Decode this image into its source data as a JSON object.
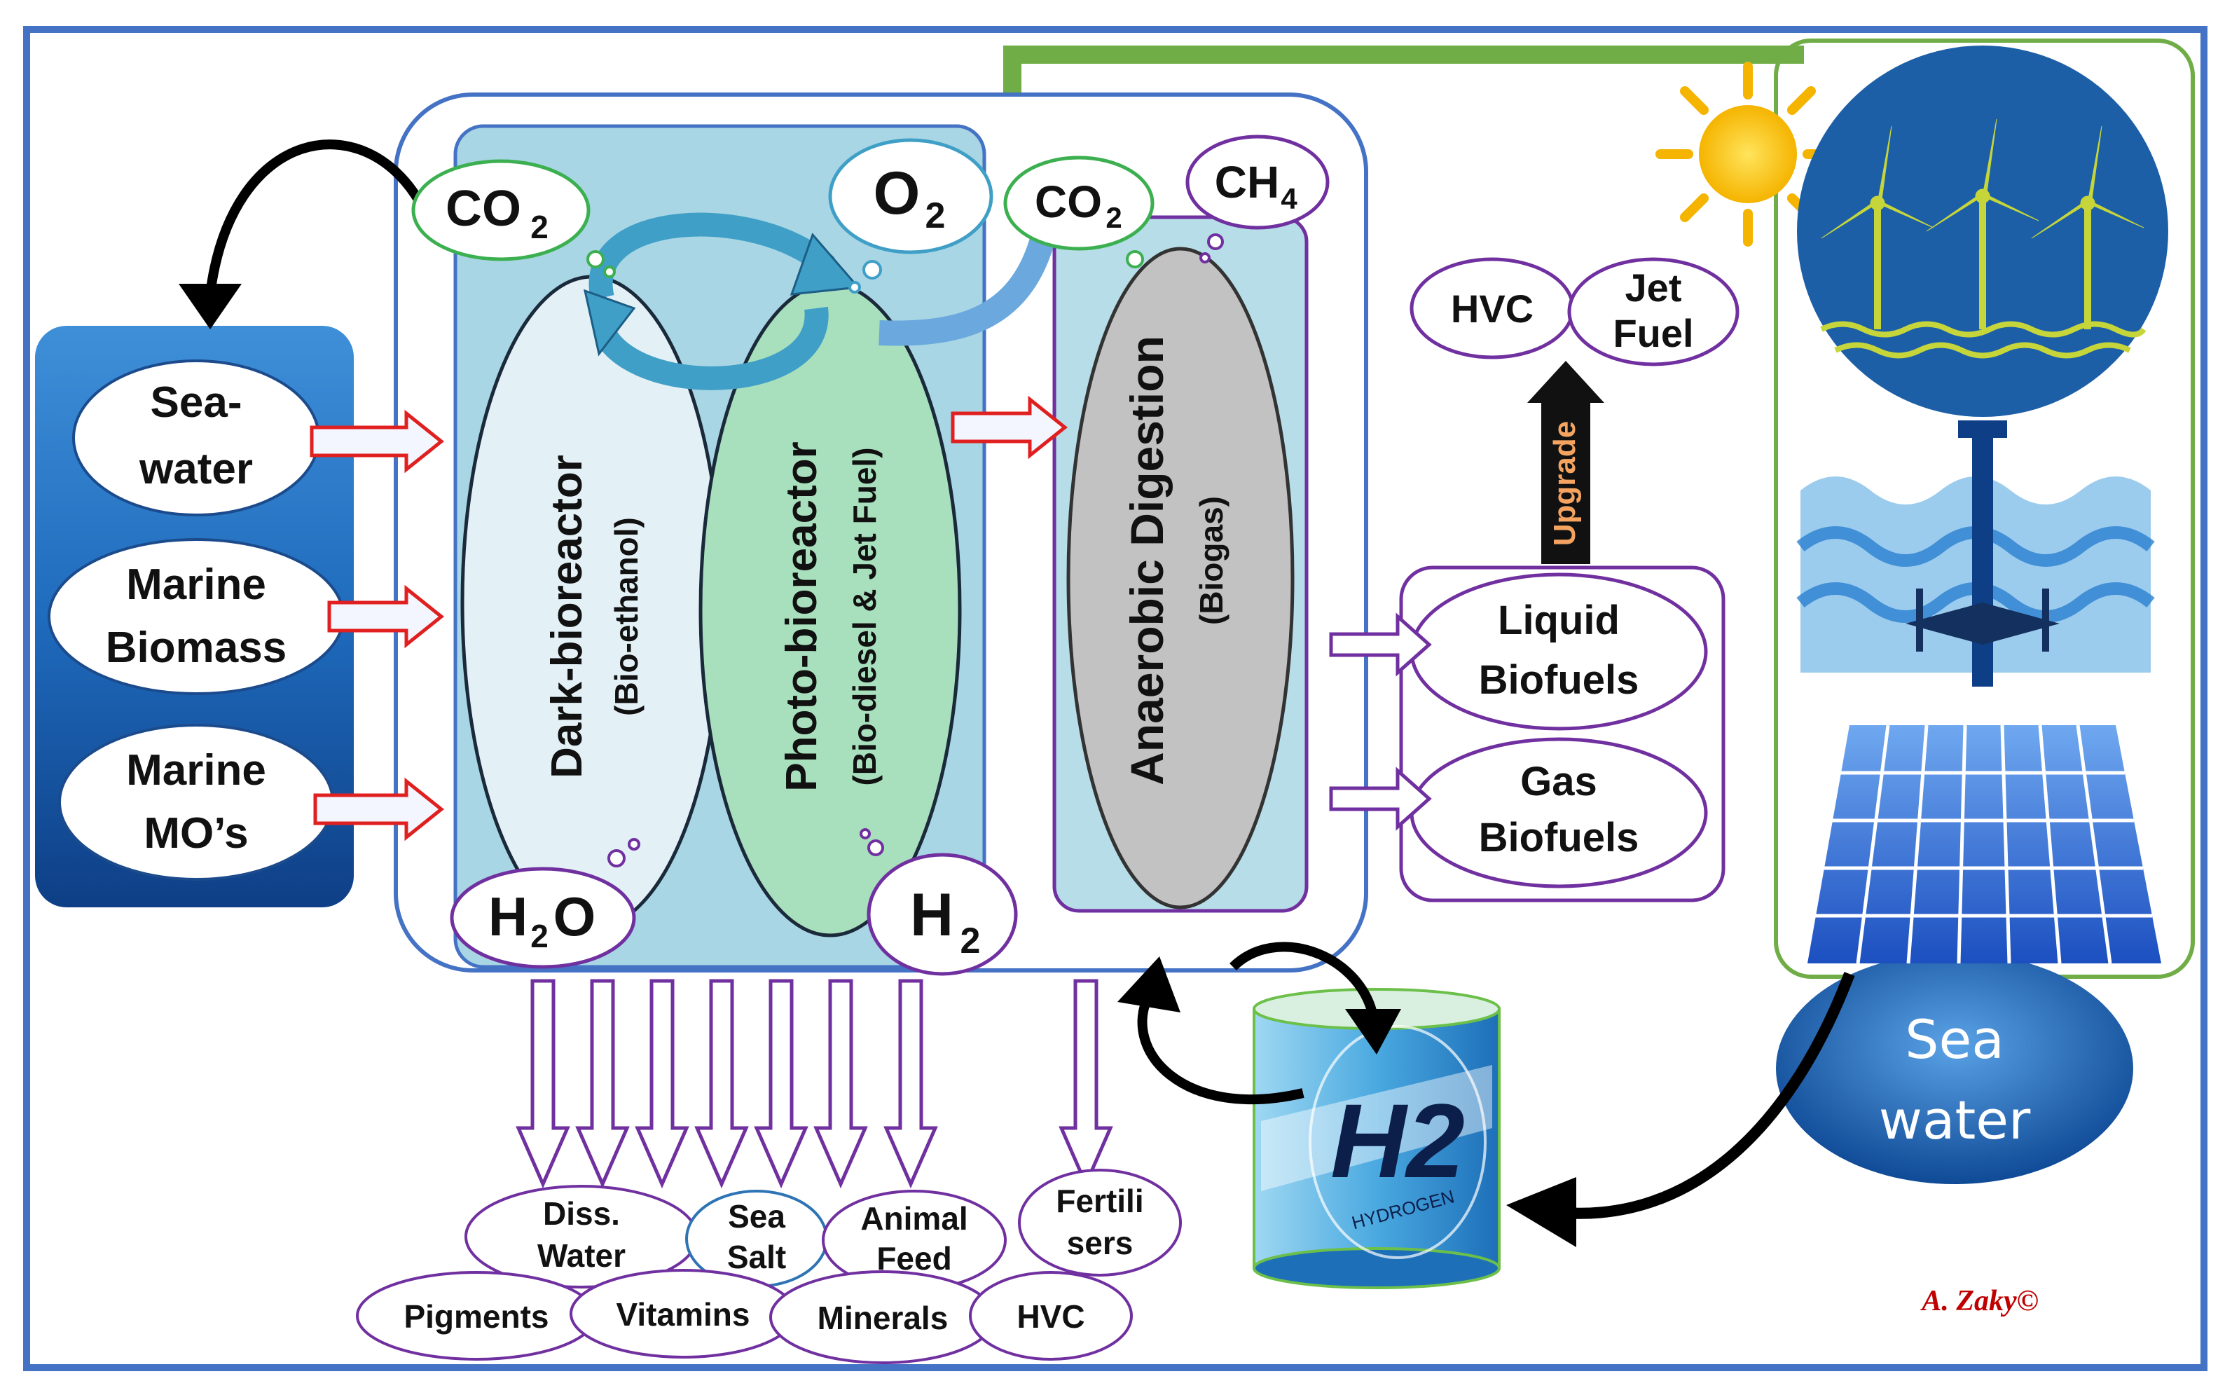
{
  "inputs": {
    "seawater": [
      "Sea-",
      "water"
    ],
    "marine_biomass": [
      "Marine",
      "Biomass"
    ],
    "marine_mos": [
      "Marine",
      "MO’s"
    ]
  },
  "bubbles": {
    "co2_left": "CO",
    "co2_right": "CO",
    "co2_sub": "2",
    "o2": "O",
    "o2_sub": "2",
    "ch4": "CH",
    "ch4_sub": "4",
    "h2o_a": "H",
    "h2o_sub": "2",
    "h2o_b": "O",
    "h2": "H",
    "h2_sub": "2"
  },
  "reactors": {
    "dark": {
      "title": "Dark-bioreactor",
      "sub": "(Bio-ethanol)"
    },
    "photo": {
      "title": "Photo-bioreactor",
      "sub": "(Bio-diesel & Jet Fuel)"
    },
    "anaerobic": {
      "title": "Anaerobic Digestion",
      "sub": "(Biogas)"
    }
  },
  "upgrade": {
    "label": "Upgrade",
    "hvc": "HVC",
    "jet_fuel": [
      "Jet",
      "Fuel"
    ]
  },
  "biofuels": {
    "liquid": [
      "Liquid",
      "Biofuels"
    ],
    "gas": [
      "Gas",
      "Biofuels"
    ]
  },
  "products": {
    "diss_water": [
      "Diss.",
      "Water"
    ],
    "sea_salt": [
      "Sea",
      "Salt"
    ],
    "animal_feed": [
      "Animal",
      "Feed"
    ],
    "fertilisers": [
      "Fertili",
      "sers"
    ],
    "pigments": "Pigments",
    "vitamins": "Vitamins",
    "minerals": "Minerals",
    "hvc": "HVC"
  },
  "sea_water": [
    "Sea",
    "water"
  ],
  "tank": {
    "h2": "H2",
    "hydrogen": "HYDROGEN"
  },
  "credit": "A. Zaky©",
  "colors": {
    "frame_blue": "#4472c4",
    "renewables_green": "#70ad47",
    "process_fill": "#a9d6e4",
    "purple": "#7030a0",
    "red_arrow": "#e02020",
    "sea_blue": "#1f5fa6"
  }
}
